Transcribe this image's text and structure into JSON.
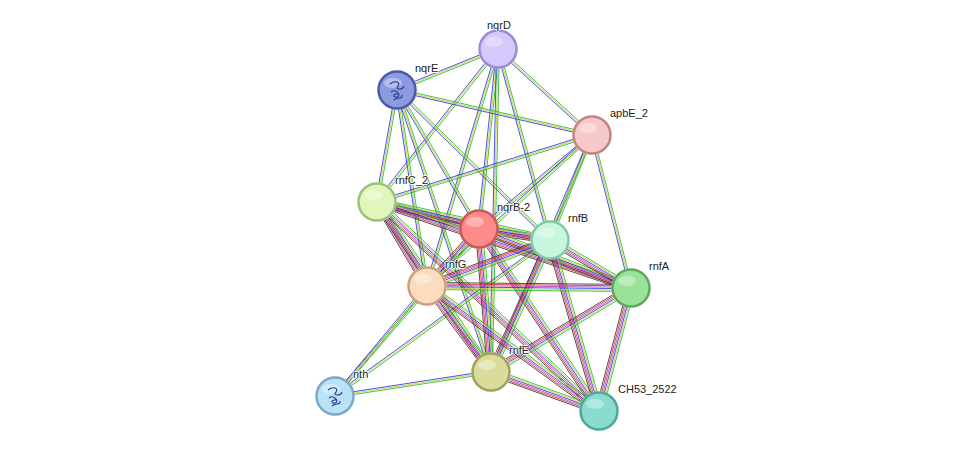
{
  "diagram": {
    "nodes": [
      {
        "text": [
          "nqrD"
        ]
      },
      {
        "text": [
          "nqrE"
        ]
      },
      {
        "text": [
          "apbE_2"
        ]
      },
      {
        "text": [
          "rnfC_2"
        ]
      },
      {
        "text": [
          "nqrB-2"
        ]
      },
      {
        "text": [
          "rnfB"
        ]
      },
      {
        "text": [
          "rnfG"
        ]
      },
      {
        "text": [
          "rnfA"
        ]
      },
      {
        "text": [
          "rnfE"
        ]
      },
      {
        "text": [
          "nth"
        ]
      },
      {
        "text": [
          "CH53_2522"
        ]
      }
    ],
    "edges": [
      {
        "from": 0,
        "to": 1,
        "arrow": "none"
      },
      {
        "from": 0,
        "to": 2,
        "arrow": "none"
      },
      {
        "from": 0,
        "to": 3,
        "arrow": "none"
      },
      {
        "from": 0,
        "to": 4,
        "arrow": "none"
      },
      {
        "from": 0,
        "to": 5,
        "arrow": "none"
      },
      {
        "from": 0,
        "to": 6,
        "arrow": "none"
      },
      {
        "from": 0,
        "to": 8,
        "arrow": "none"
      },
      {
        "from": 1,
        "to": 2,
        "arrow": "none"
      },
      {
        "from": 1,
        "to": 3,
        "arrow": "none"
      },
      {
        "from": 1,
        "to": 4,
        "arrow": "none"
      },
      {
        "from": 1,
        "to": 5,
        "arrow": "none"
      },
      {
        "from": 1,
        "to": 6,
        "arrow": "none"
      },
      {
        "from": 1,
        "to": 8,
        "arrow": "none"
      },
      {
        "from": 2,
        "to": 3,
        "arrow": "none"
      },
      {
        "from": 2,
        "to": 4,
        "arrow": "none"
      },
      {
        "from": 2,
        "to": 5,
        "arrow": "none"
      },
      {
        "from": 2,
        "to": 7,
        "arrow": "none"
      },
      {
        "from": 2,
        "to": 6,
        "arrow": "none"
      },
      {
        "from": 2,
        "to": 8,
        "arrow": "none"
      },
      {
        "from": 3,
        "to": 4,
        "arrow": "none"
      },
      {
        "from": 3,
        "to": 5,
        "arrow": "none"
      },
      {
        "from": 3,
        "to": 7,
        "arrow": "none"
      },
      {
        "from": 3,
        "to": 6,
        "arrow": "none"
      },
      {
        "from": 3,
        "to": 8,
        "arrow": "none"
      },
      {
        "from": 3,
        "to": 10,
        "arrow": "none"
      },
      {
        "from": 4,
        "to": 5,
        "arrow": "none"
      },
      {
        "from": 4,
        "to": 7,
        "arrow": "none"
      },
      {
        "from": 4,
        "to": 6,
        "arrow": "none"
      },
      {
        "from": 4,
        "to": 8,
        "arrow": "none"
      },
      {
        "from": 4,
        "to": 10,
        "arrow": "none"
      },
      {
        "from": 4,
        "to": 9,
        "arrow": "none"
      },
      {
        "from": 5,
        "to": 7,
        "arrow": "none"
      },
      {
        "from": 5,
        "to": 6,
        "arrow": "none"
      },
      {
        "from": 5,
        "to": 8,
        "arrow": "none"
      },
      {
        "from": 5,
        "to": 10,
        "arrow": "none"
      },
      {
        "from": 5,
        "to": 9,
        "arrow": "none"
      },
      {
        "from": 7,
        "to": 6,
        "arrow": "none"
      },
      {
        "from": 7,
        "to": 8,
        "arrow": "none"
      },
      {
        "from": 7,
        "to": 10,
        "arrow": "none"
      },
      {
        "from": 6,
        "to": 8,
        "arrow": "none"
      },
      {
        "from": 6,
        "to": 9,
        "arrow": "none"
      },
      {
        "from": 6,
        "to": 10,
        "arrow": "none"
      },
      {
        "from": 8,
        "to": 9,
        "arrow": "none"
      },
      {
        "from": 8,
        "to": 10,
        "arrow": "none"
      }
    ]
  }
}
